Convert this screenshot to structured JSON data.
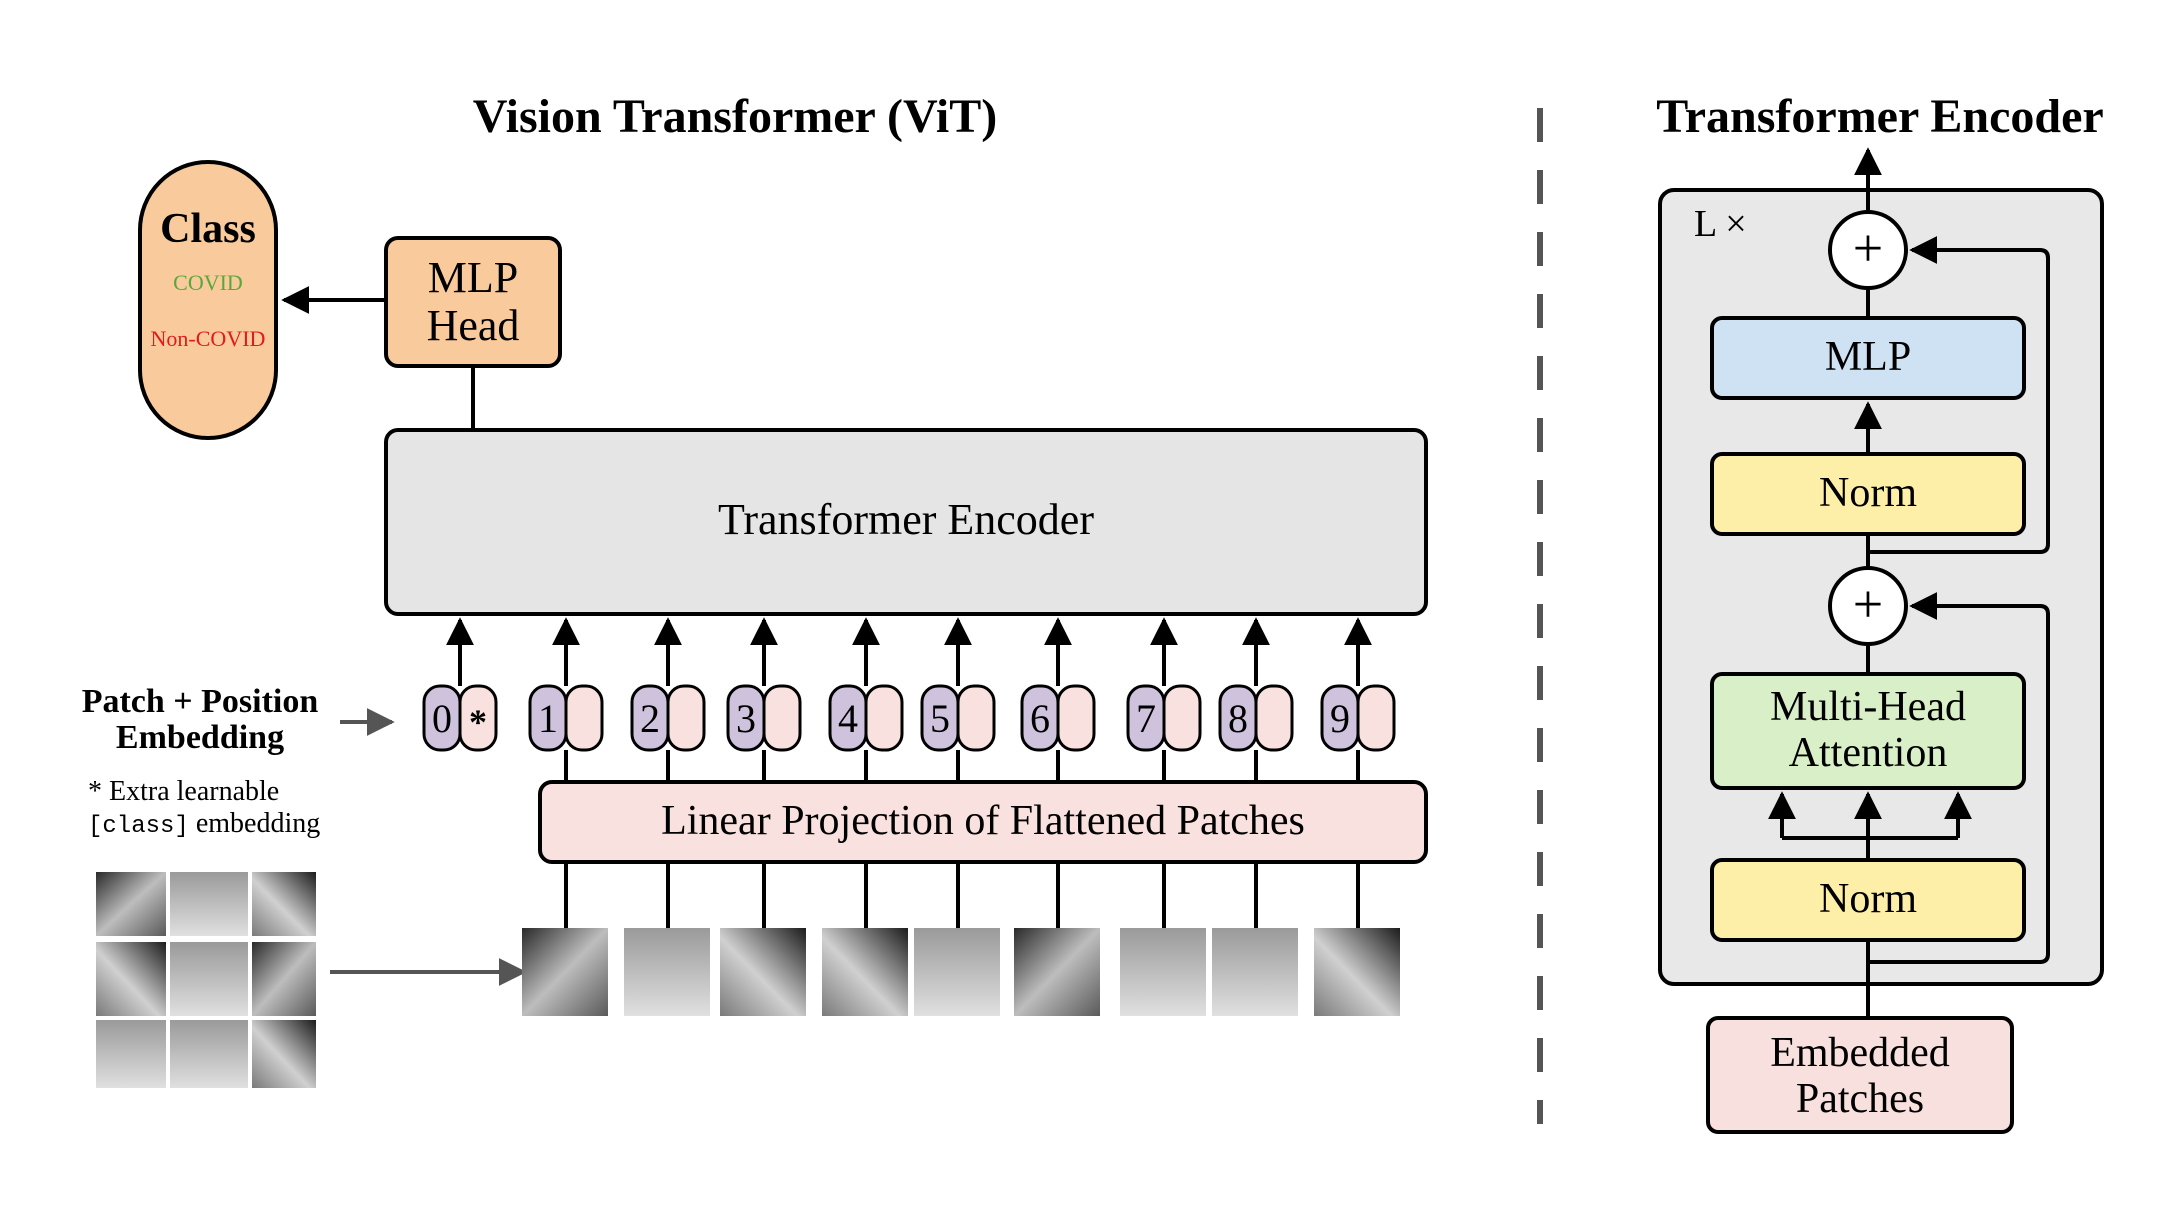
{
  "vit": {
    "title": "Vision Transformer (ViT)",
    "class_box": {
      "title": "Class",
      "labels": [
        "COVID",
        "Non-COVID"
      ],
      "label_colors": [
        "#5aa83c",
        "#e31a1c"
      ]
    },
    "mlp_head": [
      "MLP",
      "Head"
    ],
    "encoder": "Transformer Encoder",
    "patch_position_label": [
      "Patch + Position",
      "Embedding"
    ],
    "extra_note": {
      "line1": "* Extra learnable",
      "code": "[class]",
      "line2": " embedding"
    },
    "linear_projection": "Linear Projection of Flattened Patches",
    "tokens": [
      {
        "pos": "0",
        "extra": "*"
      },
      {
        "pos": "1",
        "extra": ""
      },
      {
        "pos": "2",
        "extra": ""
      },
      {
        "pos": "3",
        "extra": ""
      },
      {
        "pos": "4",
        "extra": ""
      },
      {
        "pos": "5",
        "extra": ""
      },
      {
        "pos": "6",
        "extra": ""
      },
      {
        "pos": "7",
        "extra": ""
      },
      {
        "pos": "8",
        "extra": ""
      },
      {
        "pos": "9",
        "extra": ""
      }
    ]
  },
  "encoder_detail": {
    "title": "Transformer Encoder",
    "repeat_label": "L ×",
    "plus": "+",
    "mlp": "MLP",
    "norm_top": "Norm",
    "attention": [
      "Multi-Head",
      "Attention"
    ],
    "norm_bottom": "Norm",
    "embedded_patches": [
      "Embedded",
      "Patches"
    ]
  },
  "colors": {
    "orange": "#f9cb9c",
    "gray_box": "#e5e5e5",
    "purple_token": "#cfc2dd",
    "pink_token": "#f9e1df",
    "blue_mlp": "#cfe2f3",
    "yellow_norm": "#fdefa8",
    "green_attention": "#d9efc7",
    "pink_embedded": "#f8e0de"
  }
}
